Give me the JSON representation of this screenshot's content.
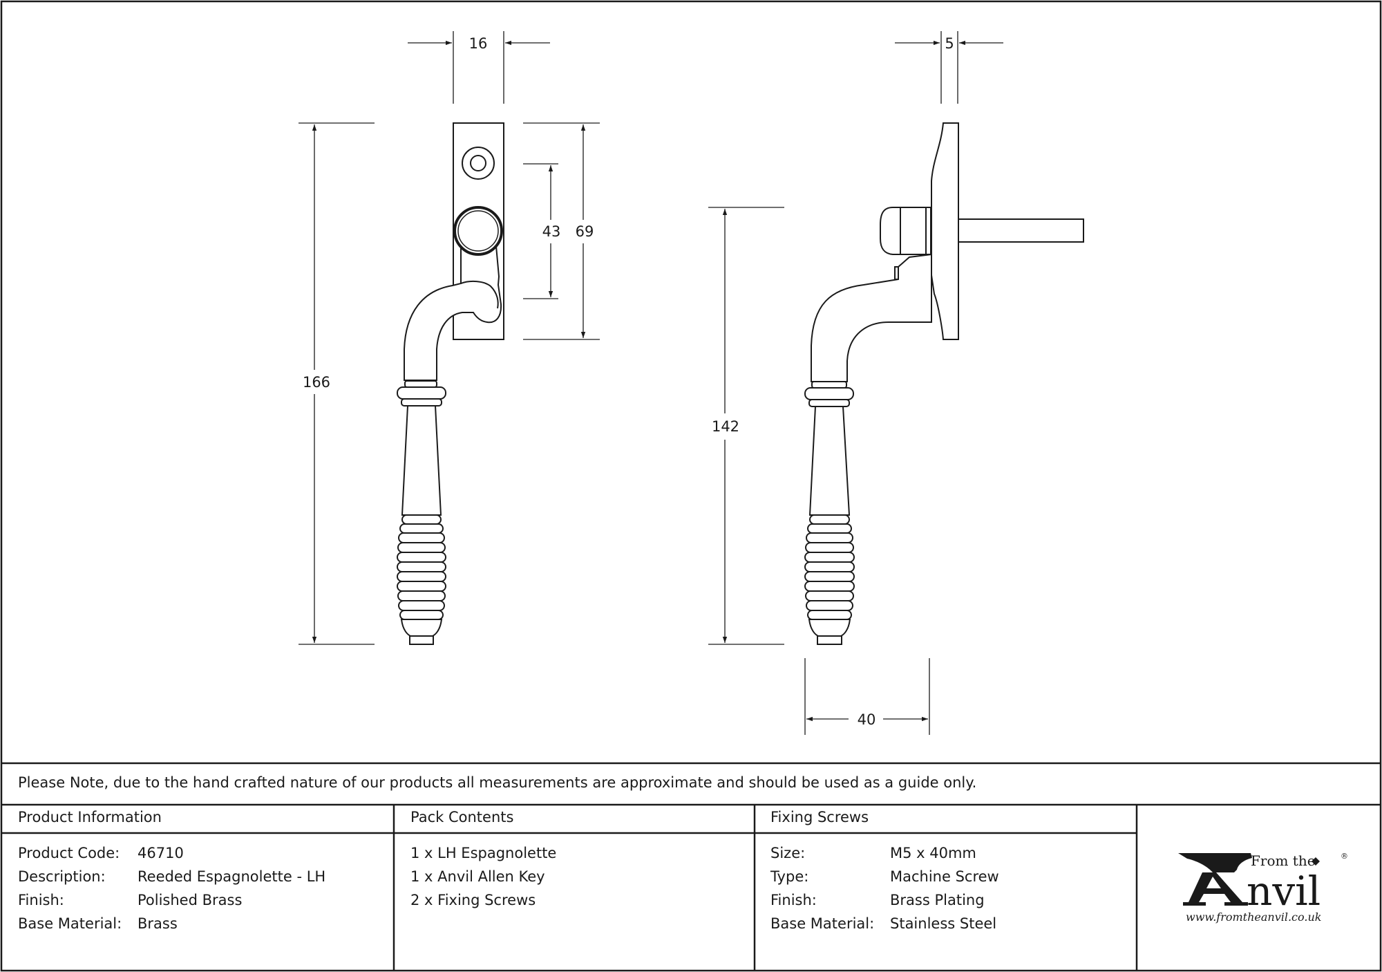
{
  "dimensions": {
    "front_width": "16",
    "front_height_overall": "166",
    "front_spindle_offset": "43",
    "front_plate_height": "69",
    "side_plate_thickness": "5",
    "side_height": "142",
    "side_projection": "40"
  },
  "note": "Please Note, due to the hand crafted nature of our products all measurements are approximate and should be used as a guide only.",
  "product_information": {
    "heading": "Product Information",
    "rows": [
      {
        "label": "Product Code:",
        "value": "46710"
      },
      {
        "label": "Description:",
        "value": "Reeded Espagnolette - LH"
      },
      {
        "label": "Finish:",
        "value": "Polished Brass"
      },
      {
        "label": "Base Material:",
        "value": "Brass"
      }
    ]
  },
  "pack_contents": {
    "heading": "Pack Contents",
    "items": [
      "1 x LH Espagnolette",
      "1 x Anvil Allen Key",
      "2 x Fixing Screws"
    ]
  },
  "fixing_screws": {
    "heading": "Fixing Screws",
    "rows": [
      {
        "label": "Size:",
        "value": "M5 x 40mm"
      },
      {
        "label": "Type:",
        "value": "Machine Screw"
      },
      {
        "label": "Finish:",
        "value": "Brass Plating"
      },
      {
        "label": "Base Material:",
        "value": "Stainless Steel"
      }
    ]
  },
  "logo": {
    "from_the": "From the",
    "brand": "Anvil",
    "url": "www.fromtheanvil.co.uk",
    "registered": "®"
  }
}
